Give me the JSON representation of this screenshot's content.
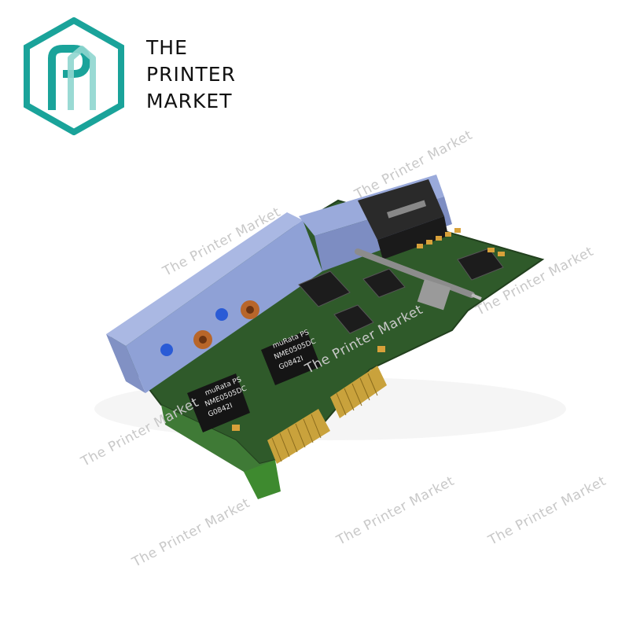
{
  "brand": {
    "logo_icon": "hexagon-pm-monogram-icon",
    "line1": "THE",
    "line2": "PRINTER",
    "line3": "MARKET",
    "accent_color": "#1aa39a"
  },
  "watermark": {
    "text": "The Printer Market",
    "color": "#c8c8c8"
  },
  "product": {
    "module_labels": [
      {
        "brand": "muRata PS",
        "part": "NME0505DC",
        "code": "G0842I"
      },
      {
        "brand": "muRata PS",
        "part": "NME0505DC",
        "code": "G0842I"
      }
    ],
    "board_color": "#2f5a2a",
    "housing_color": "#8fa1d6"
  }
}
